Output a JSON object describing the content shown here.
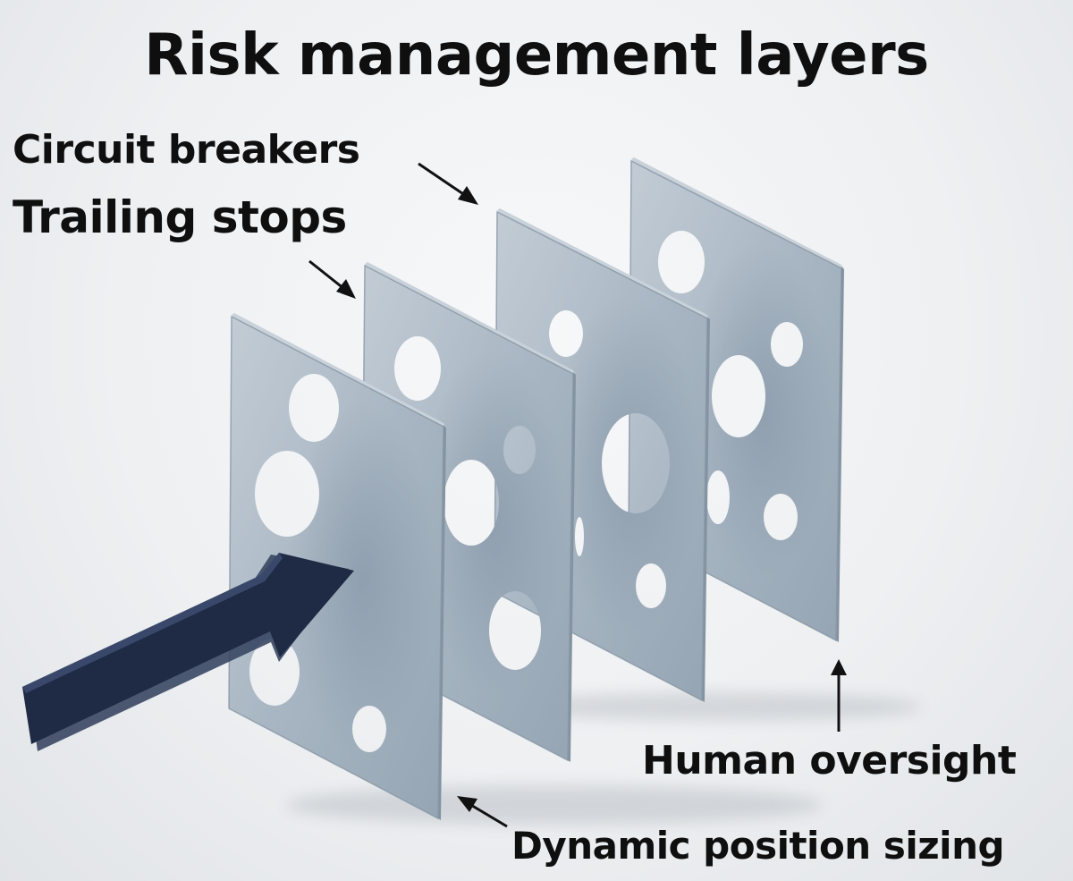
{
  "title": "Risk management layers",
  "labels": {
    "circuit_breakers": "Circuit breakers",
    "trailing_stops": "Trailing stops",
    "human_oversight": "Human oversight",
    "dynamic_position_sizing": "Dynamic position sizing"
  },
  "colors": {
    "plate_fill": "#a9b7c3",
    "plate_edge": "#8796a4",
    "arrow": "#1f2b44",
    "text": "#0f0f0f"
  }
}
